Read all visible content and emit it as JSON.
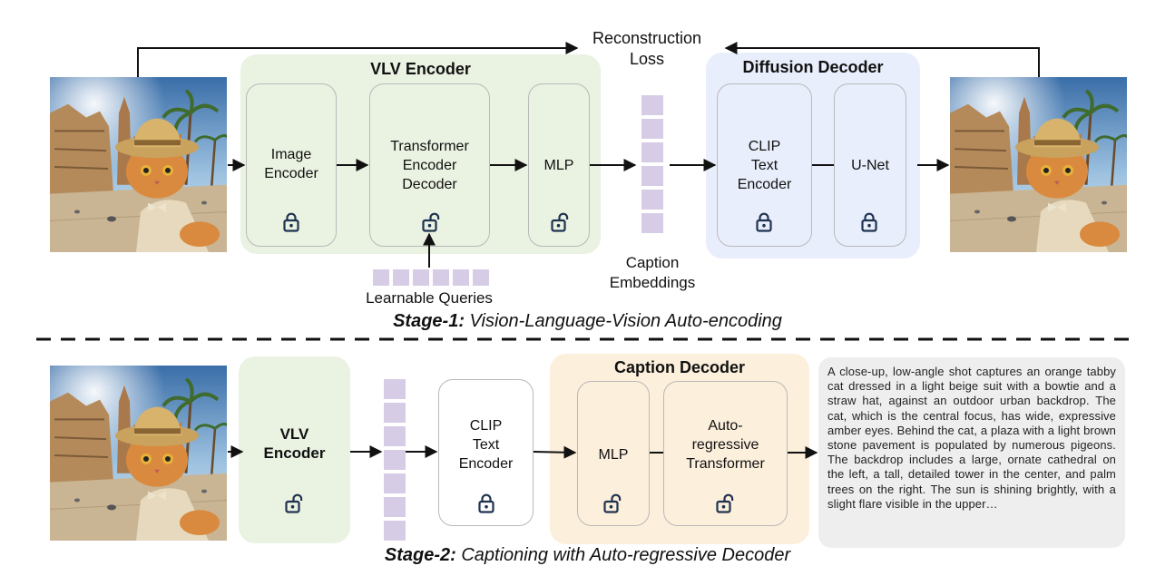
{
  "stage1": {
    "title_bold": "Stage-1:",
    "title_rest": " Vision-Language-Vision Auto-encoding",
    "reconstruction_loss": [
      "Reconstruction",
      "Loss"
    ],
    "vlv_encoder": {
      "title": "VLV Encoder",
      "image_encoder": [
        "Image",
        "Encoder"
      ],
      "transformer": [
        "Transformer",
        "Encoder",
        "Decoder"
      ],
      "mlp": "MLP"
    },
    "learnable_queries": "Learnable Queries",
    "caption_embeddings": [
      "Caption",
      "Embeddings"
    ],
    "diffusion_decoder": {
      "title": "Diffusion Decoder",
      "clip": [
        "CLIP",
        "Text",
        "Encoder"
      ],
      "unet": "U-Net"
    }
  },
  "stage2": {
    "title_bold": "Stage-2:",
    "title_rest": " Captioning with Auto-regressive Decoder",
    "vlv_encoder": [
      "VLV",
      "Encoder"
    ],
    "clip": [
      "CLIP",
      "Text",
      "Encoder"
    ],
    "caption_decoder": {
      "title": "Caption Decoder",
      "mlp": "MLP",
      "autoregressive": [
        "Auto-",
        "regressive",
        "Transformer"
      ]
    },
    "caption_text": "A close-up, low-angle shot captures an orange tabby cat dressed in a light beige suit with a bowtie and a straw hat, against an outdoor urban backdrop. The cat, which is the central focus, has wide, expressive amber eyes. Behind the cat, a plaza with a light brown stone pavement is populated by numerous pigeons. The backdrop includes a large, ornate cathedral on the left, a tall, detailed tower in the center, and palm trees on the right. The sun is shining brightly, with a slight flare visible in the upper…"
  },
  "colors": {
    "vlv_green": "#eaf2e2",
    "diffusion_blue": "#e8eefb",
    "caption_orange": "#fcefdc",
    "token_purple": "#d7cce6",
    "lock_navy": "#1f3350"
  },
  "icons": {
    "frozen": "lock-icon",
    "trainable": "unlock-icon"
  }
}
